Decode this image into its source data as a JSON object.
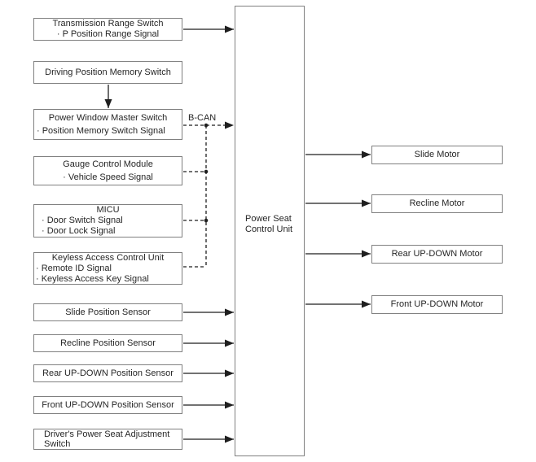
{
  "colors": {
    "border": "#808080",
    "line": "#1f1f1f",
    "text": "#262626",
    "background": "#ffffff"
  },
  "bus_label": "B-CAN",
  "center_unit": {
    "label": "Power Seat\nControl Unit"
  },
  "inputs": [
    {
      "title": "Transmission Range Switch",
      "signals": [
        "· P Position Range Signal"
      ]
    },
    {
      "title": "Driving Position Memory Switch",
      "signals": []
    },
    {
      "title": "Power Window Master Switch",
      "signals": [
        "· Position Memory Switch Signal"
      ]
    },
    {
      "title": "Gauge Control Module",
      "signals": [
        "· Vehicle Speed Signal"
      ]
    },
    {
      "title": "MICU",
      "signals": [
        "· Door Switch Signal",
        "· Door Lock Signal"
      ]
    },
    {
      "title": "Keyless Access Control Unit",
      "signals": [
        "· Remote ID Signal",
        "· Keyless Access Key Signal"
      ]
    },
    {
      "title": "Slide Position Sensor",
      "signals": []
    },
    {
      "title": "Recline Position Sensor",
      "signals": []
    },
    {
      "title": "Rear UP-DOWN Position Sensor",
      "signals": []
    },
    {
      "title": "Front UP-DOWN Position Sensor",
      "signals": []
    },
    {
      "title": "Driver's Power Seat Adjustment\nSwitch",
      "signals": []
    }
  ],
  "outputs": [
    {
      "title": "Slide Motor"
    },
    {
      "title": "Recline Motor"
    },
    {
      "title": "Rear UP-DOWN Motor"
    },
    {
      "title": "Front UP-DOWN Motor"
    }
  ]
}
